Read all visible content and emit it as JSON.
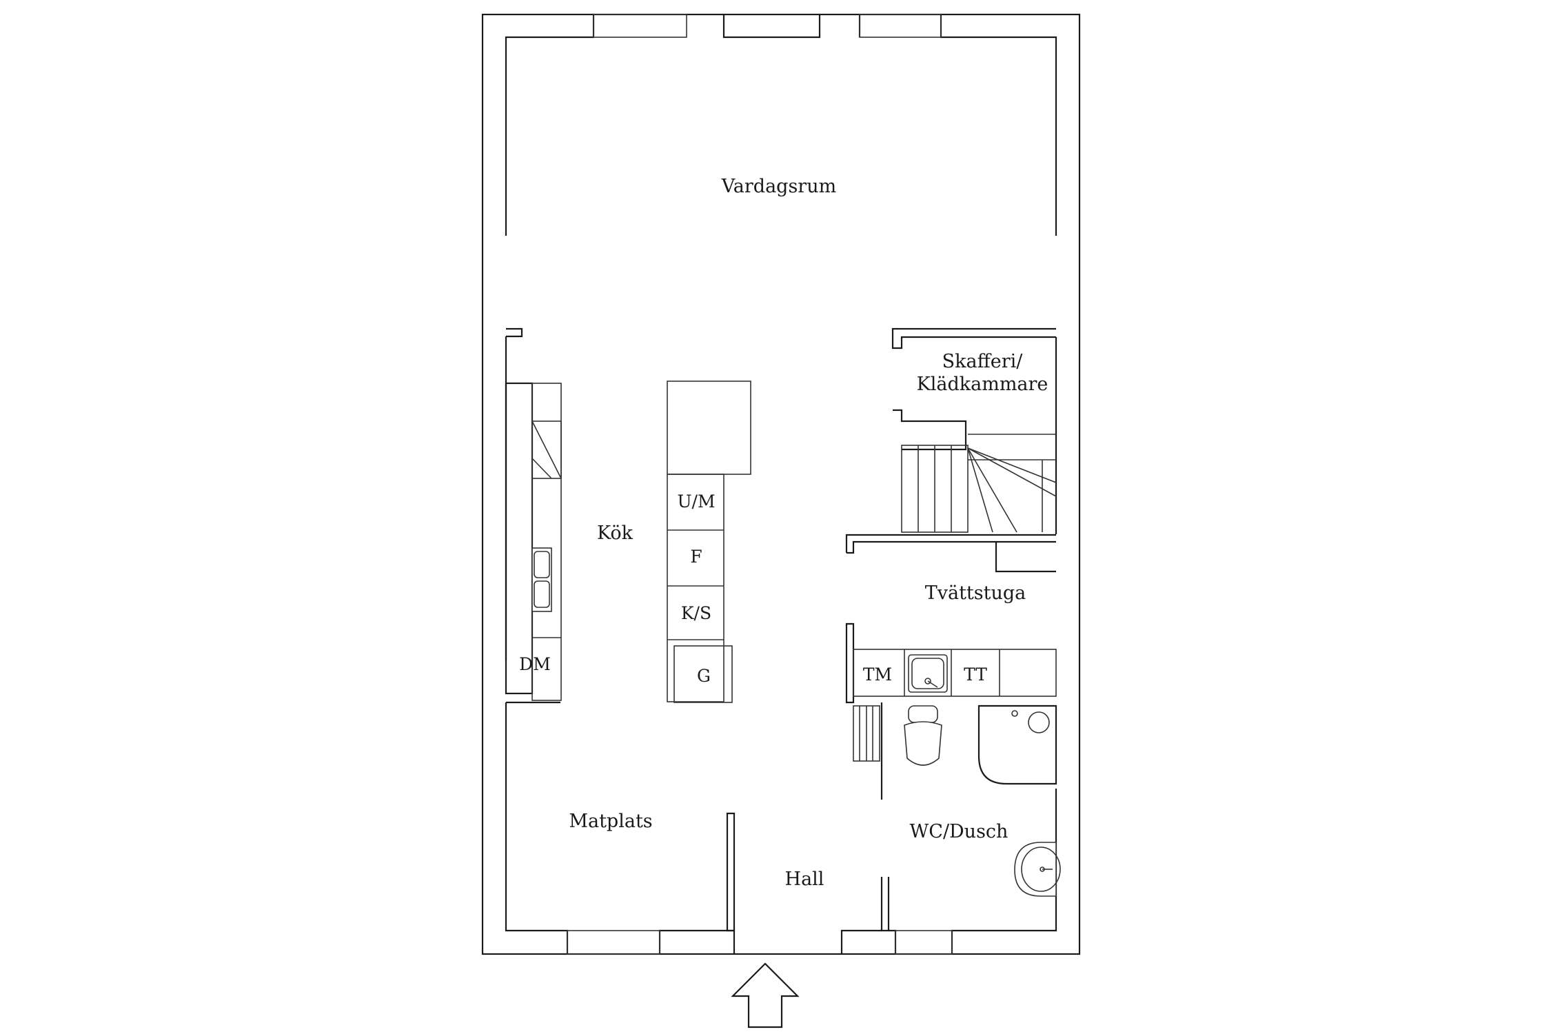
{
  "rooms": {
    "vardagsrum": "Vardagsrum",
    "skafferi_line1": "Skafferi/",
    "skafferi_line2": "Klädkammare",
    "kok": "Kök",
    "tvattstuga": "Tvättstuga",
    "matplats": "Matplats",
    "hall": "Hall",
    "wc_dusch": "WC/Dusch"
  },
  "appliances": {
    "um": "U/M",
    "f": "F",
    "ks": "K/S",
    "g": "G",
    "dm": "DM",
    "tm": "TM",
    "tt": "TT"
  },
  "icons": {
    "entrance": "arrow-up-icon",
    "sink": "sink-icon",
    "toilet": "toilet-icon",
    "shower": "shower-icon",
    "washbasin": "washbasin-icon",
    "radiator": "radiator-icon",
    "stairs": "stairs-icon"
  }
}
